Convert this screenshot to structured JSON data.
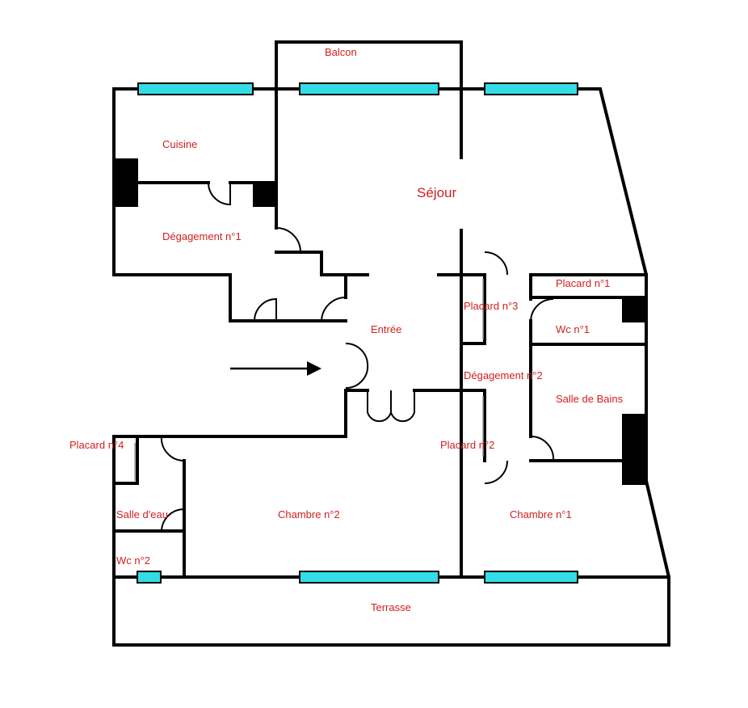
{
  "plan": {
    "rooms": {
      "balcon": "Balcon",
      "cuisine": "Cuisine",
      "sejour": "Séjour",
      "degagement1": "Dégagement n°1",
      "entree": "Entrée",
      "placard1": "Placard n°1",
      "placard3": "Placard n°3",
      "wc1": "Wc n°1",
      "degagement2": "Dégagement n°2",
      "salle_de_bains": "Salle de Bains",
      "placard4": "Placard n°4",
      "placard2": "Placard n°2",
      "salle_deau": "Salle d'eau",
      "chambre2": "Chambre n°2",
      "chambre1": "Chambre n°1",
      "wc2": "Wc n°2",
      "terrasse": "Terrasse"
    },
    "colors": {
      "wall": "#000000",
      "window": "#33dde6",
      "label": "#d12020"
    }
  }
}
